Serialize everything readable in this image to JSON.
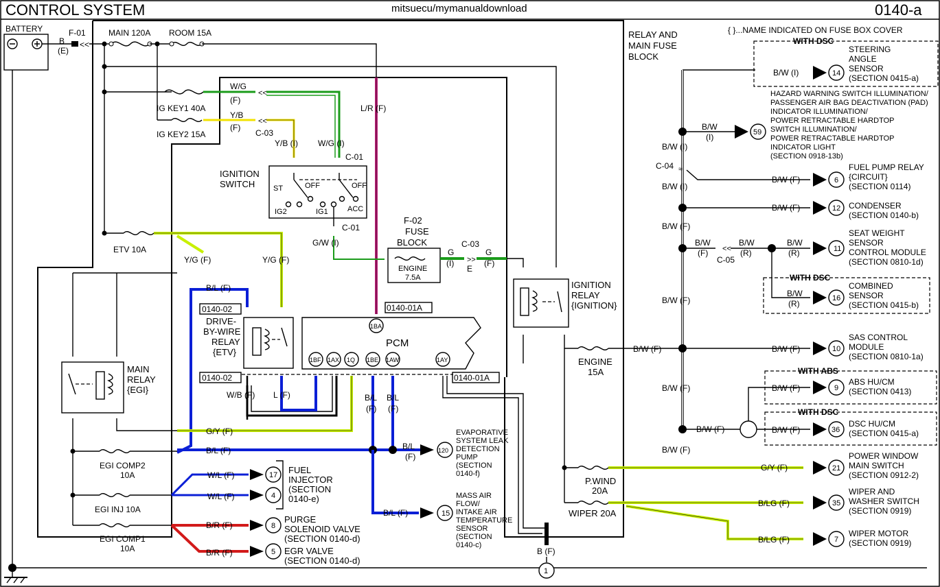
{
  "header": {
    "title": "CONTROL SYSTEM",
    "source": "mitsuecu/mymanualdownload",
    "page_code": "0140-a"
  },
  "battery": {
    "label": "BATTERY",
    "connector": "F-01",
    "wire": "B",
    "wire_suffix": "(E)"
  },
  "top_fuses": {
    "main": "MAIN 120A",
    "room": "ROOM 15A",
    "ig_key1": "IG KEY1 40A",
    "ig_key2": "IG KEY2 15A"
  },
  "relay_block": {
    "line1": "RELAY AND",
    "line2": "MAIN FUSE",
    "line3": "BLOCK"
  },
  "fuse_note": "{ }...NAME INDICATED ON FUSE BOX COVER",
  "wires": {
    "wg_f": "W/G",
    "wg_f_s": "(F)",
    "yb_f": "Y/B",
    "yb_f_s": "(F)",
    "c03": "C-03",
    "yb_i": "Y/B (I)",
    "wg_i": "W/G (I)",
    "c01a": "C-01",
    "c01b": "C-01",
    "lr_f": "L/R (F)",
    "gw_i": "G/W (I)",
    "g_i": "G",
    "g_i_s": "(I)",
    "c03b": "C-03",
    "e": "E",
    "g_f": "G",
    "g_f_s": "(F)",
    "yg_f1": "Y/G (F)",
    "yg_f2": "Y/G (F)",
    "bl_f_top": "B/L (F)",
    "wb_f": "W/B (F)",
    "l_f": "L (F)",
    "bl1": "B/L",
    "bl1_s": "(F)",
    "bl2": "B/L",
    "bl2_s": "(F)",
    "gy_f": "G/Y (F)",
    "bl_f_mid": "B/L (F)",
    "bl_evap": "B/L",
    "bl_evap_s": "(F)",
    "bl_maf": "B/L (F)",
    "wl1": "W/L (F)",
    "wl2": "W/L (F)",
    "br1": "B/R (F)",
    "br2": "B/R (F)",
    "b_f_bottom": "B (F)"
  },
  "ignition_switch": {
    "title1": "IGNITION",
    "title2": "SWITCH",
    "st": "ST",
    "off1": "OFF",
    "ig2": "IG2",
    "ig1": "IG1",
    "off2": "OFF",
    "acc": "ACC"
  },
  "fuse_block": {
    "code": "F-02",
    "title1": "FUSE",
    "title2": "BLOCK",
    "fuse": "ENGINE",
    "rating": "7.5A"
  },
  "etv_fuse": "ETV 10A",
  "refs": {
    "r1": "0140-02",
    "r2": "0140-02",
    "r3": "0140-01A",
    "r4": "0140-01A"
  },
  "dbw_relay": {
    "l1": "DRIVE-",
    "l2": "BY-WIRE",
    "l3": "RELAY",
    "l4": "{ETV}"
  },
  "main_relay": {
    "l1": "MAIN",
    "l2": "RELAY",
    "l3": "{EGI}"
  },
  "pcm": {
    "label": "PCM",
    "pins": [
      "1BF",
      "1AX",
      "1Q",
      "1BE",
      "1AW",
      "1AY"
    ],
    "top_pin": "1BA"
  },
  "ign_relay": {
    "l1": "IGNITION",
    "l2": "RELAY",
    "l3": "{IGNITION}"
  },
  "engine_fuse": {
    "l1": "ENGINE",
    "l2": "15A"
  },
  "pwind_fuse": {
    "l1": "P.WIND",
    "l2": "20A"
  },
  "wiper_fuse": "WIPER 20A",
  "egi_fuses": {
    "comp2": "EGI COMP2",
    "comp2_r": "10A",
    "inj": "EGI INJ 10A",
    "comp1": "EGI COMP1",
    "comp1_r": "10A"
  },
  "left_loads": [
    {
      "num": "17",
      "wire": "W/L (F)"
    },
    {
      "num": "4",
      "wire": "W/L (F)"
    },
    {
      "num": "8",
      "wire": "B/R (F)",
      "name": "PURGE",
      "name2": "SOLENOID VALVE",
      "section": "(SECTION 0140-d)"
    },
    {
      "num": "5",
      "wire": "B/R (F)",
      "name": "EGR VALVE",
      "section": "(SECTION 0140-d)"
    }
  ],
  "injector": {
    "l1": "FUEL",
    "l2": "INJECTOR",
    "l3": "(SECTION",
    "l4": "0140-e)"
  },
  "evap": {
    "num": "120",
    "lines": [
      "EVAPORATIVE",
      "SYSTEM LEAK",
      "DETECTION",
      "PUMP",
      "(SECTION",
      "0140-f)"
    ]
  },
  "maf": {
    "num": "15",
    "lines": [
      "MASS AIR",
      "FLOW/",
      "INTAKE AIR",
      "TEMPERATURE",
      "SENSOR",
      "(SECTION",
      "0140-c)"
    ]
  },
  "ground": {
    "num": "1"
  },
  "right": {
    "with_dsc1": "WITH DSC",
    "with_dsc2": "WITH DSC",
    "with_abs": "WITH ABS",
    "with_dsc3": "WITH DSC",
    "bw_i1": "B/W (I)",
    "bw_i2": "B/W",
    "bw_i2_s": "(I)",
    "bw_i3": "B/W (I)",
    "c04": "C-04",
    "bw_i4": "B/W (I)",
    "bw_f_v1": "B/W (F)",
    "bw_f_v2": "B/W (F)",
    "bw_f_v3": "B/W (F)",
    "bw_f_v4": "B/W (F)",
    "c05": "C-05",
    "bw_f_a": "B/W",
    "bw_f_a_s": "(F)",
    "bw_r_a": "B/W",
    "bw_r_a_s": "(R)",
    "bw_r_b": "B/W",
    "bw_r_b_s": "(R)",
    "bw_r_c": "B/W",
    "bw_r_c_s": "(R)",
    "fuel_wire": "B/W (F)",
    "cond_wire": "B/W (F)",
    "sas_wire": "B/W (F)",
    "abs_wire": "B/W (F)",
    "dsc_wire_in": "B/W (F)",
    "dsc_wire": "B/W (F)",
    "engine_wire": "B/W (F)",
    "gy_pw": "G/Y (F)",
    "blg1": "B/LG (F)",
    "blg2": "B/LG (F)",
    "hazard_lines": [
      "HAZARD WARNING SWITCH ILLUMINATION/",
      "PASSENGER AIR BAG DEACTIVATION (PAD)",
      "INDICATOR ILLUMINATION/",
      "POWER RETRACTABLE HARDTOP",
      "SWITCH ILLUMINATION/",
      "POWER RETRACTABLE HARDTOP",
      "INDICATOR LIGHT",
      "(SECTION 0918-13b)"
    ],
    "loads": [
      {
        "num": "14",
        "lines": [
          "STEERING",
          "ANGLE",
          "SENSOR",
          "(SECTION 0415-a)"
        ]
      },
      {
        "num": "59"
      },
      {
        "num": "6",
        "lines": [
          "FUEL PUMP RELAY",
          "{CIRCUIT}",
          "(SECTION 0114)"
        ]
      },
      {
        "num": "12",
        "lines": [
          "CONDENSER",
          "(SECTION 0140-b)"
        ]
      },
      {
        "num": "11",
        "lines": [
          "SEAT WEIGHT",
          "SENSOR",
          "CONTROL MODULE",
          "(SECTION 0810-1d)"
        ]
      },
      {
        "num": "16",
        "lines": [
          "COMBINED",
          "SENSOR",
          "(SECTION 0415-b)"
        ]
      },
      {
        "num": "10",
        "lines": [
          "SAS CONTROL",
          "MODULE",
          "(SECTION 0810-1a)"
        ]
      },
      {
        "num": "9",
        "lines": [
          "ABS HU/CM",
          "(SECTION 0413)"
        ]
      },
      {
        "num": "36",
        "lines": [
          "DSC HU/CM",
          "(SECTION 0415-a)"
        ]
      },
      {
        "num": "21",
        "lines": [
          "POWER WINDOW",
          "MAIN SWITCH",
          "(SECTION 0912-2)"
        ]
      },
      {
        "num": "35",
        "lines": [
          "WIPER AND",
          "WASHER SWITCH",
          "(SECTION 0919)"
        ]
      },
      {
        "num": "7",
        "lines": [
          "WIPER MOTOR",
          "(SECTION 0919)"
        ]
      }
    ]
  },
  "colors": {
    "green": "#1a9b1a",
    "yellow": "#f2e200",
    "lime": "#c8f000",
    "blue": "#0b1fd6",
    "red": "#d21a1a",
    "magenta": "#c0207a",
    "black": "#000000"
  }
}
